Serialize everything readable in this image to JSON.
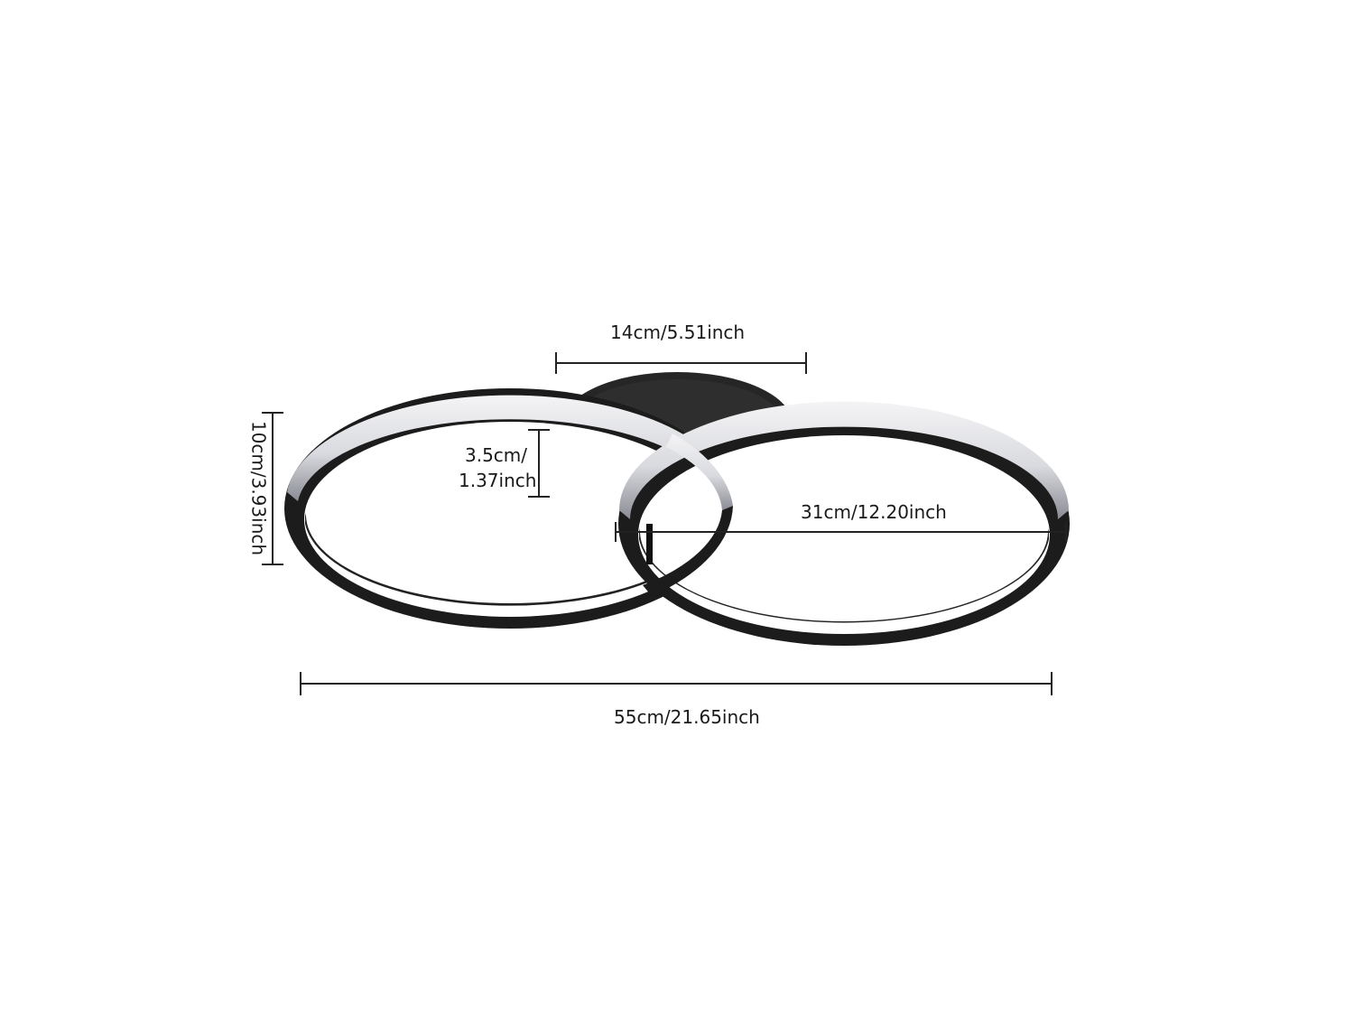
{
  "dimensions": {
    "canopy_width": "14cm/5.51inch",
    "overall_width": "55cm/21.65inch",
    "ring_diameter": "31cm/12.20inch",
    "overall_height": "10cm/3.93inch",
    "ring_depth_line1": "3.5cm/",
    "ring_depth_line2": "1.37inch"
  },
  "colors": {
    "frame": "#1e1e1e",
    "diffuser": "#ffffff",
    "diffuser_shade": "#7e8088",
    "dimension_line": "#222222",
    "label": "#1a1a1a"
  },
  "icons": [
    "ceiling-light-fixture-icon"
  ]
}
